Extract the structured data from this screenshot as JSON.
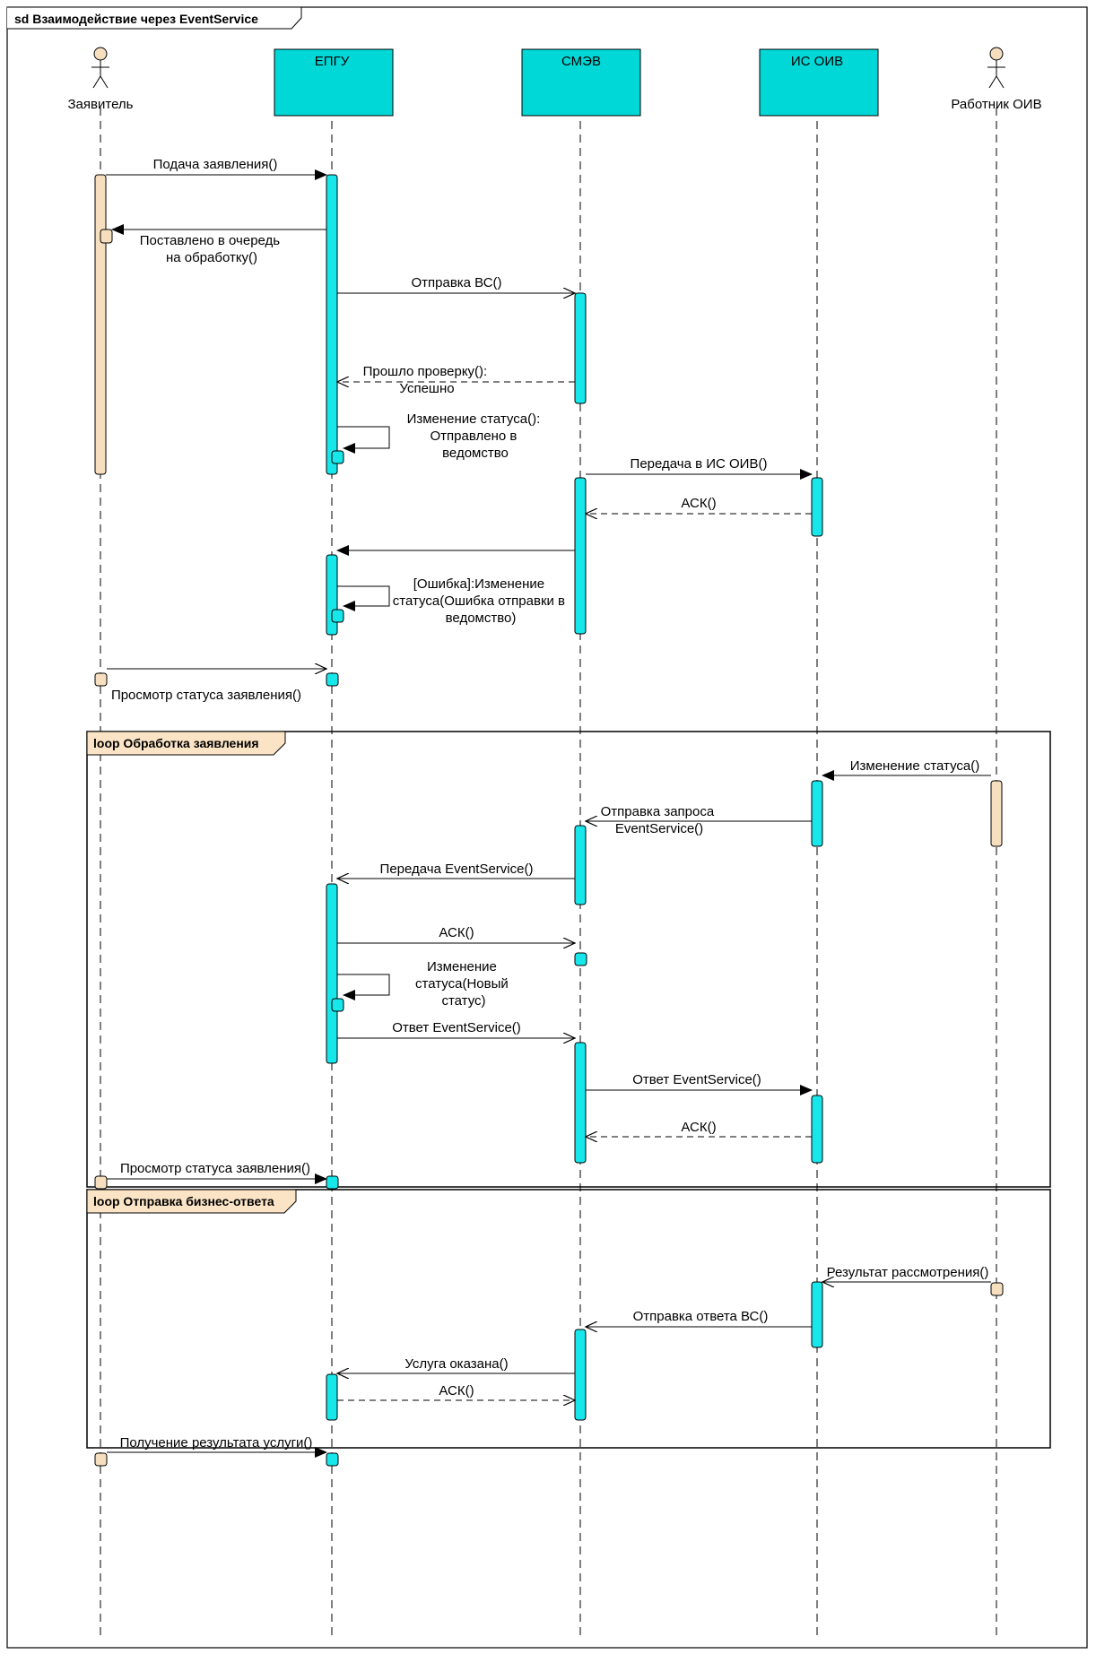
{
  "title": "sd Взаимодействие через EventService",
  "colors": {
    "lifeline_box": "#00d8d8",
    "activation": "#17e6ea",
    "actor_activation": "#f6dfbe",
    "fragment_tab": "#fbe4c6",
    "line": "#000000"
  },
  "participants": [
    {
      "id": "applicant",
      "label": "Заявитель",
      "kind": "actor"
    },
    {
      "id": "epgu",
      "label": "ЕПГУ",
      "kind": "box"
    },
    {
      "id": "smev",
      "label": "СМЭВ",
      "kind": "box"
    },
    {
      "id": "isoiv",
      "label": "ИС ОИВ",
      "kind": "box"
    },
    {
      "id": "worker",
      "label": "Работник ОИВ",
      "kind": "actor"
    }
  ],
  "fragments": [
    {
      "label": "loop Обработка заявления"
    },
    {
      "label": "loop Отправка бизнес-ответа"
    }
  ],
  "messages": [
    {
      "label": "Подача заявления()",
      "from": "applicant",
      "to": "epgu",
      "style": "sync"
    },
    {
      "label": "Поставлено в очередь на обработку()",
      "from": "epgu",
      "to": "applicant",
      "style": "sync"
    },
    {
      "label": "Отправка ВС()",
      "from": "epgu",
      "to": "smev",
      "style": "async"
    },
    {
      "label": "Прошло проверку(): Успешно",
      "from": "smev",
      "to": "epgu",
      "style": "return"
    },
    {
      "label": "Изменение статуса(): Отправлено в ведомство",
      "from": "epgu",
      "to": "epgu",
      "style": "self"
    },
    {
      "label": "Передача в ИС ОИВ()",
      "from": "smev",
      "to": "isoiv",
      "style": "sync"
    },
    {
      "label": "АСК()",
      "from": "isoiv",
      "to": "smev",
      "style": "return"
    },
    {
      "label": "",
      "from": "smev",
      "to": "epgu",
      "style": "sync"
    },
    {
      "label": "[Ошибка]:Изменение статуса(Ошибка отправки в ведомство)",
      "from": "epgu",
      "to": "epgu",
      "style": "self"
    },
    {
      "label": "Просмотр статуса заявления()",
      "from": "applicant",
      "to": "epgu",
      "style": "async"
    },
    {
      "label": "Изменение статуса()",
      "from": "worker",
      "to": "isoiv",
      "style": "sync"
    },
    {
      "label": "Отправка запроса EventService()",
      "from": "isoiv",
      "to": "smev",
      "style": "async"
    },
    {
      "label": "Передача EventService()",
      "from": "smev",
      "to": "epgu",
      "style": "async"
    },
    {
      "label": "АСК()",
      "from": "epgu",
      "to": "smev",
      "style": "async"
    },
    {
      "label": "Изменение статуса(Новый статус)",
      "from": "epgu",
      "to": "epgu",
      "style": "self"
    },
    {
      "label": "Ответ EventService()",
      "from": "epgu",
      "to": "smev",
      "style": "async"
    },
    {
      "label": "Ответ EventService()",
      "from": "smev",
      "to": "isoiv",
      "style": "sync"
    },
    {
      "label": "АСК()",
      "from": "isoiv",
      "to": "smev",
      "style": "return"
    },
    {
      "label": "Просмотр статуса заявления()",
      "from": "applicant",
      "to": "epgu",
      "style": "sync"
    },
    {
      "label": "Результат рассмотрения()",
      "from": "worker",
      "to": "isoiv",
      "style": "async"
    },
    {
      "label": "Отправка ответа ВС()",
      "from": "isoiv",
      "to": "smev",
      "style": "async"
    },
    {
      "label": "Услуга оказана()",
      "from": "smev",
      "to": "epgu",
      "style": "async"
    },
    {
      "label": "АСК()",
      "from": "epgu",
      "to": "smev",
      "style": "return"
    },
    {
      "label": "Получение результата услуги()",
      "from": "applicant",
      "to": "epgu",
      "style": "sync"
    }
  ]
}
